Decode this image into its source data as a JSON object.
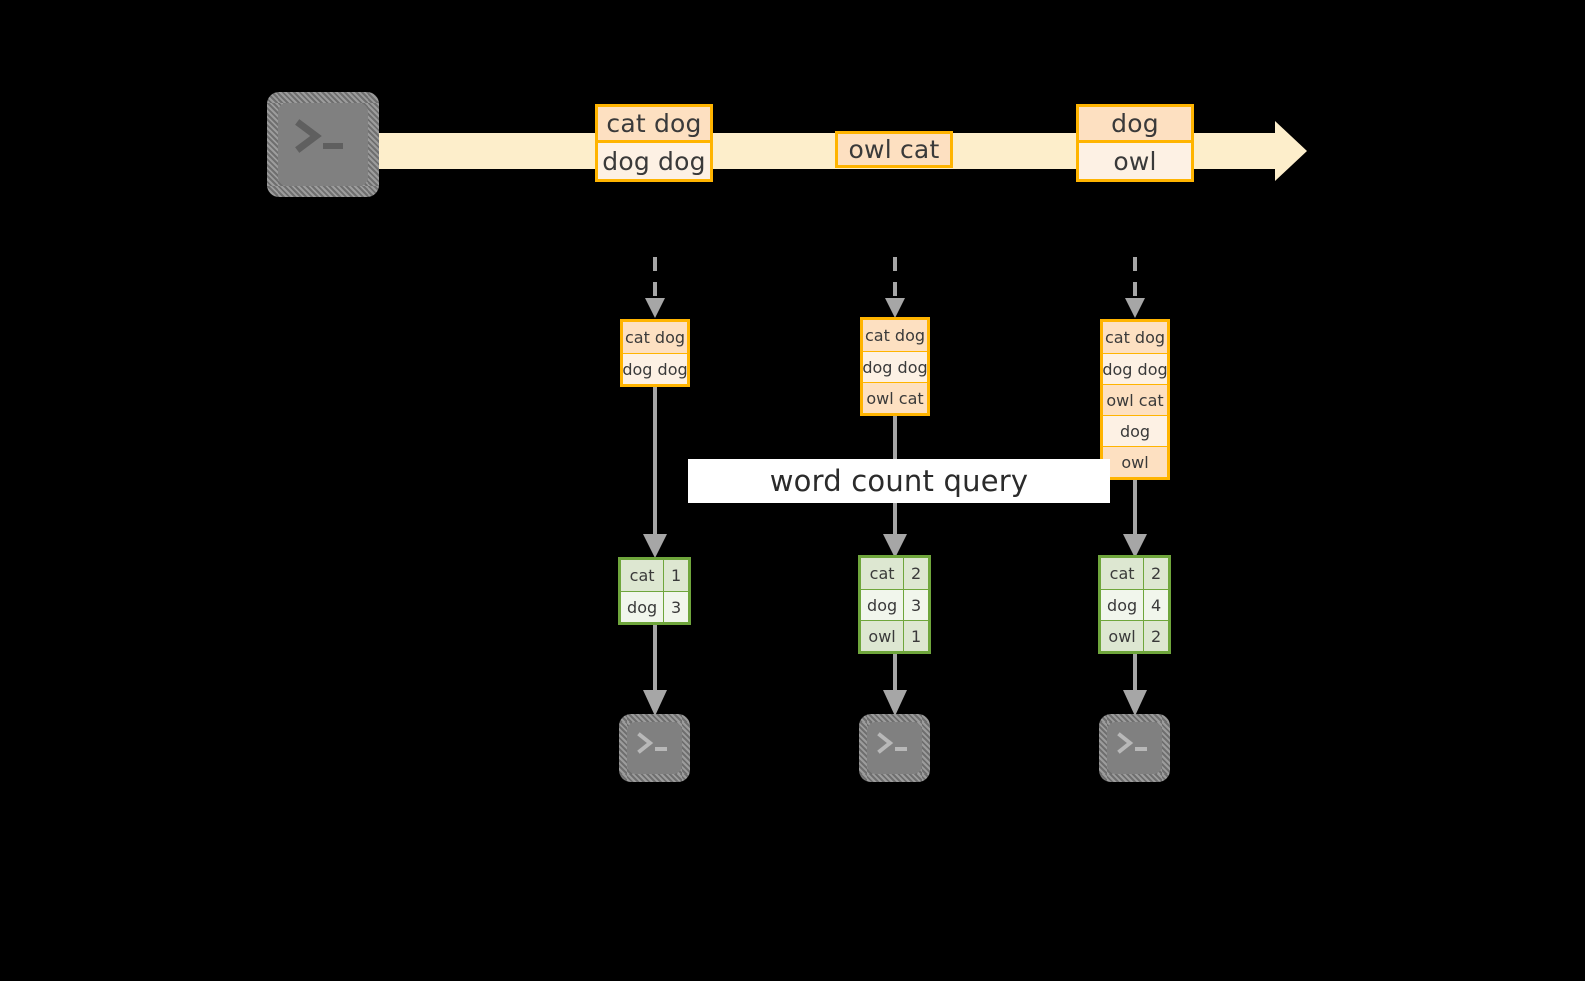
{
  "diagram": {
    "title_banner": {
      "label": "word count query"
    },
    "colors": {
      "background": "#000000",
      "stream_arrow_fill": "#fdeecb",
      "event_border": "#ffb400",
      "event_fill_dark": "#fde0c1",
      "event_fill_light": "#fdf1e4",
      "table_border": "#6fa63c",
      "table_fill_dark": "#dde7d1",
      "table_fill_light": "#f1f6ec",
      "connector": "#a6a6a6",
      "terminal_icon": "#808080",
      "banner_fill": "#ffffff"
    },
    "source": {
      "icon": "terminal-icon",
      "prompt_glyphs": ">_"
    },
    "stream": {
      "direction": "left-to-right",
      "events": [
        {
          "lines": [
            "cat dog",
            "dog dog"
          ]
        },
        {
          "lines": [
            "owl cat"
          ]
        },
        {
          "lines": [
            "dog",
            "owl"
          ]
        }
      ]
    },
    "snapshots": [
      {
        "id": "snapshot-1",
        "log": [
          "cat dog",
          "dog dog"
        ],
        "result": {
          "rows": [
            {
              "word": "cat",
              "count": "1"
            },
            {
              "word": "dog",
              "count": "3"
            }
          ]
        },
        "sink": {
          "icon": "terminal-icon",
          "prompt_glyphs": ">_"
        }
      },
      {
        "id": "snapshot-2",
        "log": [
          "cat dog",
          "dog dog",
          "owl cat"
        ],
        "result": {
          "rows": [
            {
              "word": "cat",
              "count": "2"
            },
            {
              "word": "dog",
              "count": "3"
            },
            {
              "word": "owl",
              "count": "1"
            }
          ]
        },
        "sink": {
          "icon": "terminal-icon",
          "prompt_glyphs": ">_"
        }
      },
      {
        "id": "snapshot-3",
        "log": [
          "cat dog",
          "dog dog",
          "owl cat",
          "dog",
          "owl"
        ],
        "result": {
          "rows": [
            {
              "word": "cat",
              "count": "2"
            },
            {
              "word": "dog",
              "count": "4"
            },
            {
              "word": "owl",
              "count": "2"
            }
          ]
        },
        "sink": {
          "icon": "terminal-icon",
          "prompt_glyphs": ">_"
        }
      }
    ]
  }
}
